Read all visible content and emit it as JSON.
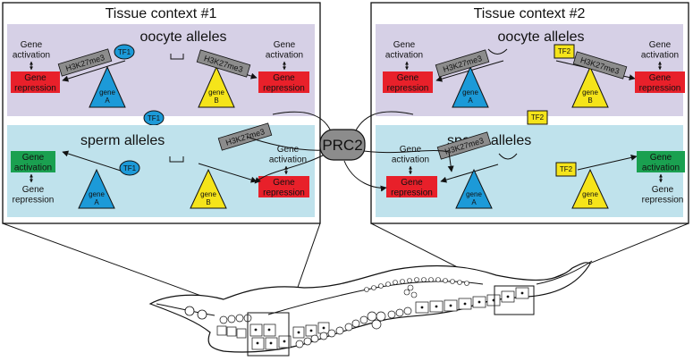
{
  "panels": [
    {
      "title": "Tissue context #1",
      "oocyte": {
        "label": "oocyte alleles",
        "left_state": "Gene activation",
        "left_box": "Gene repression",
        "right_state": "Gene activation",
        "right_box": "Gene repression",
        "mark_a": "H3K27me3",
        "mark_b": "H3K27me3",
        "tf": "TF1",
        "gene_a": "gene A",
        "gene_b": "gene B"
      },
      "between_tf": "TF1",
      "sperm": {
        "label": "sperm alleles",
        "left_box": "Gene activation",
        "left_state": "Gene repression",
        "right_state": "Gene activation",
        "right_box": "Gene repression",
        "mark_b": "H3K27me3",
        "tf": "TF1",
        "gene_a": "gene A",
        "gene_b": "gene B"
      }
    },
    {
      "title": "Tissue context #2",
      "oocyte": {
        "label": "oocyte alleles",
        "left_state": "Gene activation",
        "left_box": "Gene repression",
        "right_state": "Gene activation",
        "right_box": "Gene repression",
        "mark_a": "H3K27me3",
        "mark_b": "H3K27me3",
        "tf": "TF2",
        "gene_a": "gene A",
        "gene_b": "gene B"
      },
      "between_tf": "TF2",
      "sperm": {
        "label": "sperm alleles",
        "left_state": "Gene activation",
        "left_box": "Gene repression",
        "right_box": "Gene activation",
        "right_state": "Gene repression",
        "mark_a": "H3K27me3",
        "tf": "TF2",
        "gene_a": "gene A",
        "gene_b": "gene B"
      }
    }
  ],
  "center": {
    "complex": "PRC2"
  },
  "colors": {
    "oocyte_bg": "#d6d0e6",
    "sperm_bg": "#bfe2ec",
    "repression": "#e8202a",
    "activation": "#1aa050",
    "gene_a": "#1c9ad8",
    "gene_b": "#f5e41a",
    "tf1": "#1c9ad8",
    "tf2": "#f5e41a",
    "mark": "#8c8c8c",
    "prc2": "#8c8c8c"
  },
  "worm": {
    "description_icon": "c-elegans-hermaphrodite-icon"
  }
}
